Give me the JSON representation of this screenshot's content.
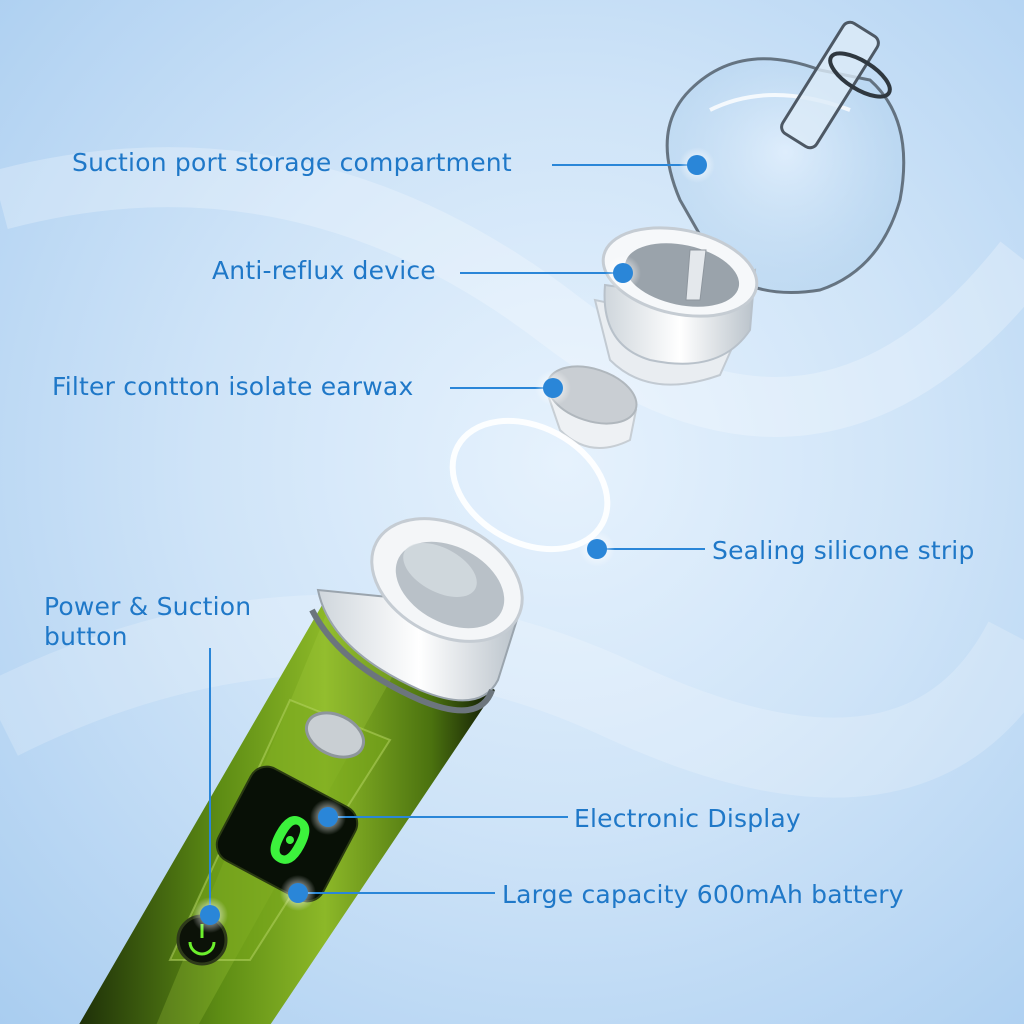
{
  "labels": {
    "suction_port": "Suction port storage compartment",
    "anti_reflux": "Anti-reflux device",
    "filter_cotton": "Filter contton isolate earwax",
    "sealing_strip": "Sealing silicone strip",
    "power_line1": "Power & Suction",
    "power_line2": "button",
    "display": "Electronic Display",
    "battery": "Large capacity 600mAh battery"
  },
  "display_digit": "0",
  "colors": {
    "label_text": "#1f78c8",
    "marker": "#2a86d8",
    "body_green": "#6a9a18",
    "display_green": "#3cf23c"
  },
  "icons": [
    "power-icon"
  ]
}
